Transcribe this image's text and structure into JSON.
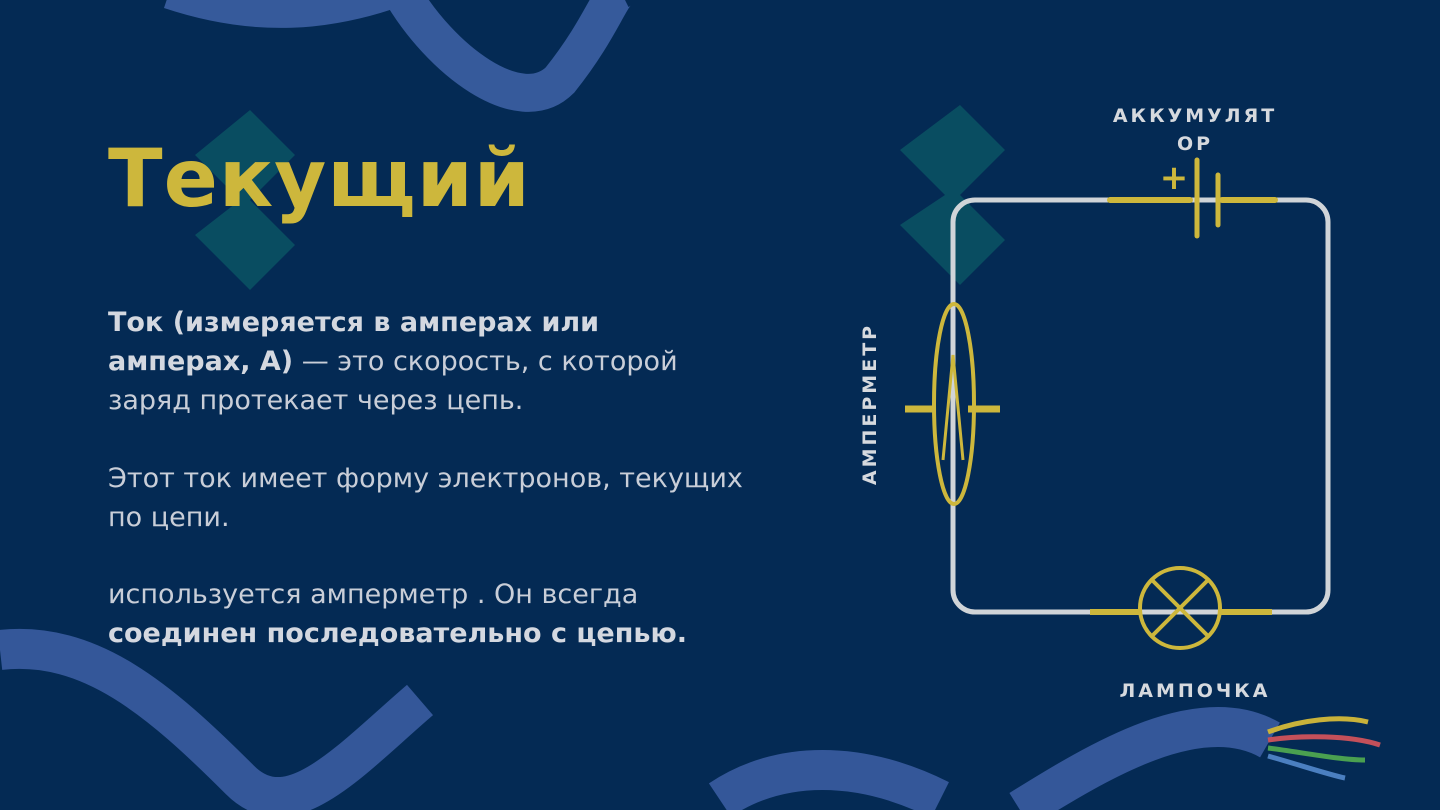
{
  "slide": {
    "title": "Текущий",
    "paragraph1": {
      "bold": "Ток (измеряется в амперах или амперах, А)",
      "normal": " — это скорость, с которой заряд протекает через цепь."
    },
    "paragraph2": "Этот ток имеет форму электронов, текущих по цепи.",
    "paragraph3": {
      "normal": "используется амперметр . Он всегда ",
      "bold": "соединен последовательно с цепью."
    }
  },
  "diagram": {
    "battery_label": "АККУМУЛЯТ ОР",
    "ammeter_label": "АМПЕРМЕТР",
    "lamp_label": "ЛАМПОЧКА",
    "plus_sign": "+",
    "ammeter_symbol": "A"
  },
  "colors": {
    "background": "#042a54",
    "accent_gold": "#cdb73c",
    "text": "#c9ced8",
    "wire": "#d0d4d8"
  }
}
